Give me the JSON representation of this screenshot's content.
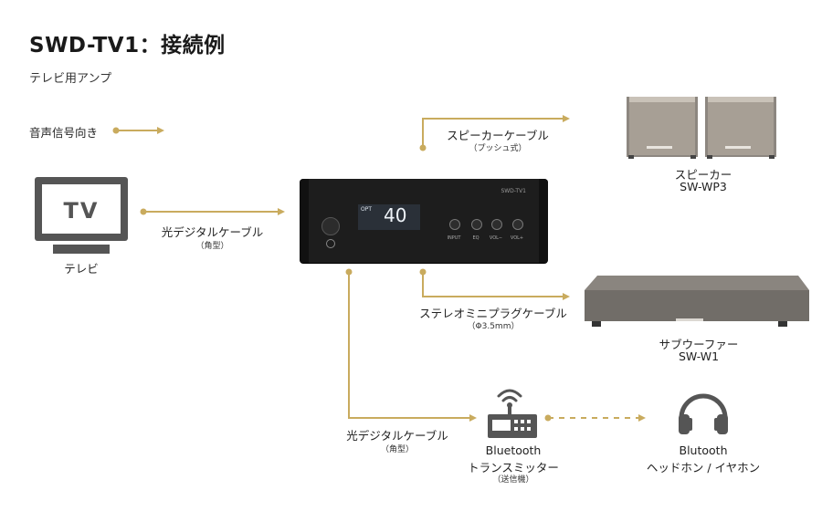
{
  "title": "SWD-TV1：接続例",
  "subtitle": "テレビ用アンプ",
  "legend": {
    "label": "音声信号向き"
  },
  "colors": {
    "arrow": "#c9ab5e",
    "text": "#222222",
    "amp_body": "#1d1d1d",
    "display": "#2a3038"
  },
  "tv": {
    "icon_text": "TV",
    "label": "テレビ"
  },
  "amp": {
    "brand": "SWD-TV1",
    "display_mode": "OPT",
    "display_value": "40",
    "buttons": [
      "INPUT",
      "EQ",
      "VOL−",
      "VOL+"
    ]
  },
  "cables": {
    "optical_tv": {
      "name": "光デジタルケーブル",
      "note": "（角型）"
    },
    "speaker": {
      "name": "スピーカーケーブル",
      "note": "（プッシュ式）"
    },
    "stereo_mini": {
      "name": "ステレオミニプラグケーブル",
      "note": "（Φ3.5mm）"
    },
    "optical_bt": {
      "name": "光デジタルケーブル",
      "note": "（角型）"
    }
  },
  "speakers": {
    "name": "スピーカー",
    "model": "SW-WP3"
  },
  "subwoofer": {
    "name": "サブウーファー",
    "model": "SW-W1"
  },
  "transmitter": {
    "line1": "Bluetooth",
    "line2": "トランスミッター",
    "note": "（送信機）"
  },
  "headphones": {
    "line1": "Blutooth",
    "line2": "ヘッドホン / イヤホン"
  }
}
